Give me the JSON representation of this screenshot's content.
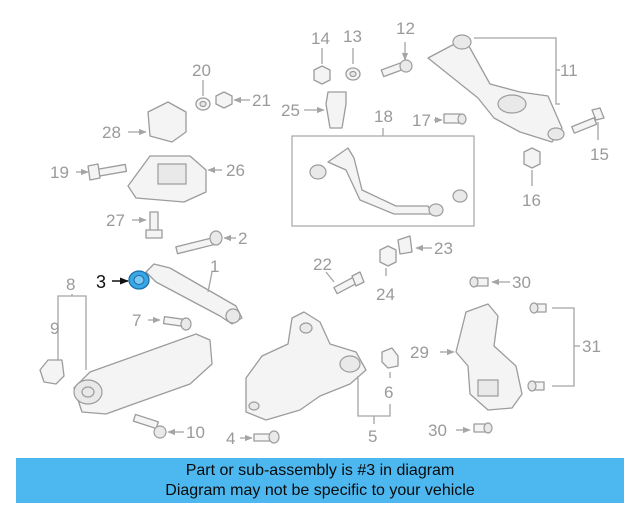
{
  "diagram": {
    "highlighted_part": "3",
    "callouts": [
      "1",
      "2",
      "3",
      "4",
      "5",
      "6",
      "7",
      "8",
      "9",
      "10",
      "11",
      "12",
      "13",
      "14",
      "15",
      "16",
      "17",
      "18",
      "19",
      "20",
      "21",
      "22",
      "23",
      "24",
      "25",
      "26",
      "27",
      "28",
      "29",
      "30",
      "30",
      "31"
    ],
    "colors": {
      "highlight_fill": "#3aa6e6",
      "caption_bg": "#4db8f0",
      "line_art": "#9c9c9c"
    }
  },
  "caption": {
    "line1": "Part or sub-assembly is #3 in diagram",
    "line2": "Diagram may not be specific to your vehicle"
  }
}
